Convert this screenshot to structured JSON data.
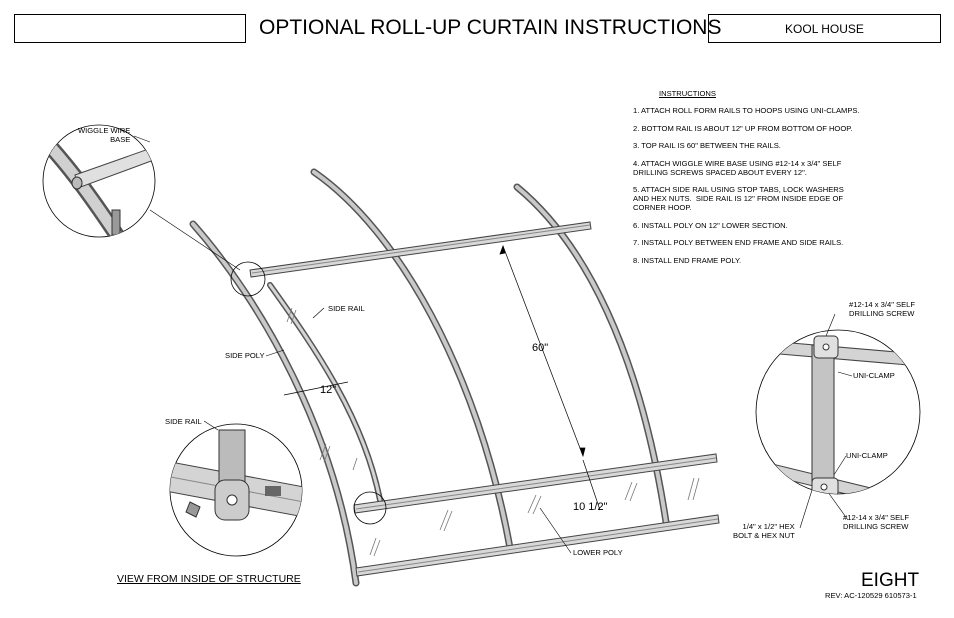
{
  "header": {
    "title": "OPTIONAL ROLL-UP CURTAIN INSTRUCTIONS",
    "brand": "KOOL HOUSE"
  },
  "instructions": {
    "heading": "INSTRUCTIONS",
    "steps": [
      "1. ATTACH ROLL FORM RAILS TO HOOPS USING UNI-CLAMPS.",
      "2. BOTTOM RAIL IS ABOUT 12\" UP FROM BOTTOM OF HOOP.",
      "3. TOP RAIL IS 60\" BETWEEN THE RAILS.",
      "4. ATTACH WIGGLE WIRE BASE USING #12-14 x 3/4\" SELF\nDRILLING SCREWS SPACED ABOUT EVERY 12\".",
      "5. ATTACH SIDE RAIL USING STOP TABS, LOCK WASHERS\nAND HEX NUTS.  SIDE RAIL IS 12\" FROM INSIDE EDGE OF\nCORNER HOOP.",
      "6. INSTALL POLY ON 12\" LOWER SECTION.",
      "7. INSTALL POLY BETWEEN END FRAME AND SIDE RAILS.",
      "8. INSTALL END FRAME POLY."
    ]
  },
  "labels": {
    "wiggle_wire": "WIGGLE WIRE\nBASE",
    "side_rail_main": "SIDE RAIL",
    "side_poly": "SIDE POLY",
    "side_rail_detail": "SIDE RAIL",
    "screw_top": "#12-14 x 3/4\" SELF\nDRILLING SCREW",
    "uni_clamp_1": "UNI-CLAMP",
    "uni_clamp_2": "UNI-CLAMP",
    "screw_bottom": "#12-14 x 3/4\" SELF\nDRILLING SCREW",
    "hex_bolt": "1/4\" x 1/2\" HEX\nBOLT & HEX NUT",
    "lower_poly": "LOWER POLY"
  },
  "dimensions": {
    "d60": "60\"",
    "d12": "12\"",
    "d10": "10 1/2\""
  },
  "footer": {
    "view": "VIEW FROM INSIDE OF STRUCTURE",
    "page": "EIGHT",
    "rev": "REV: AC-120529   610573-1"
  }
}
